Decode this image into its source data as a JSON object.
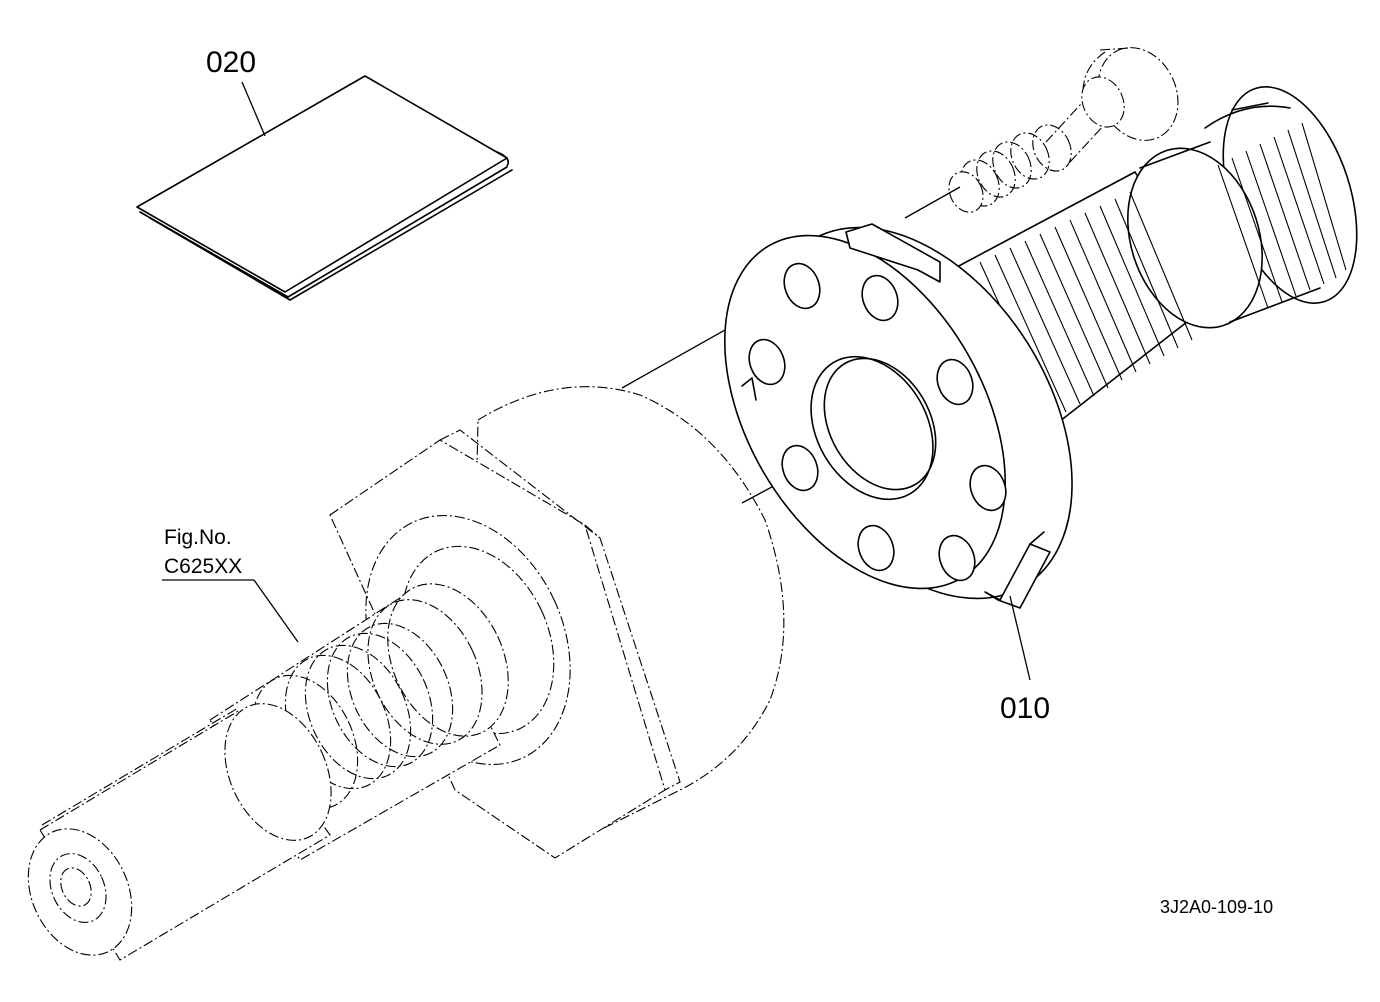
{
  "callouts": {
    "booklet": "020",
    "flange": "010"
  },
  "figure_reference": {
    "line1": "Fig.No.",
    "line2": "C625XX"
  },
  "drawing_code": "3J2A0-109-10"
}
